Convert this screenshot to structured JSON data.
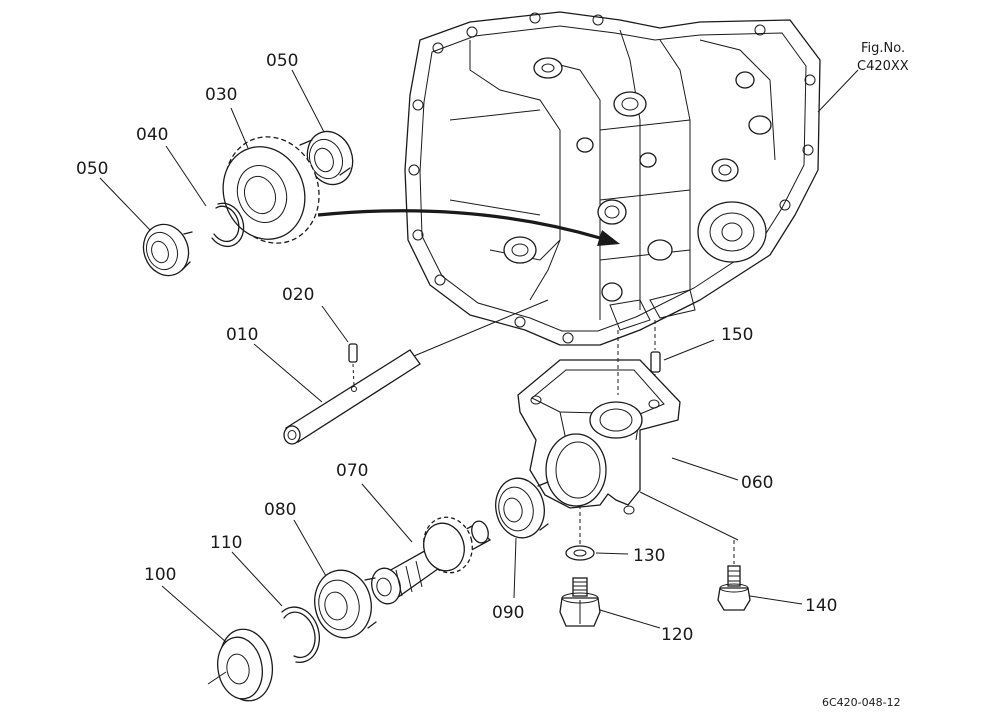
{
  "figure": {
    "fig_label": "Fig.No.",
    "fig_number": "C420XX",
    "drawing_code": "6C420-048-12"
  },
  "callouts": [
    {
      "id": "050a",
      "text": "050"
    },
    {
      "id": "030",
      "text": "030"
    },
    {
      "id": "040",
      "text": "040"
    },
    {
      "id": "050b",
      "text": "050"
    },
    {
      "id": "020",
      "text": "020"
    },
    {
      "id": "010",
      "text": "010"
    },
    {
      "id": "150",
      "text": "150"
    },
    {
      "id": "060",
      "text": "060"
    },
    {
      "id": "070",
      "text": "070"
    },
    {
      "id": "080",
      "text": "080"
    },
    {
      "id": "110",
      "text": "110"
    },
    {
      "id": "100",
      "text": "100"
    },
    {
      "id": "090",
      "text": "090"
    },
    {
      "id": "130",
      "text": "130"
    },
    {
      "id": "120",
      "text": "120"
    },
    {
      "id": "140",
      "text": "140"
    }
  ]
}
